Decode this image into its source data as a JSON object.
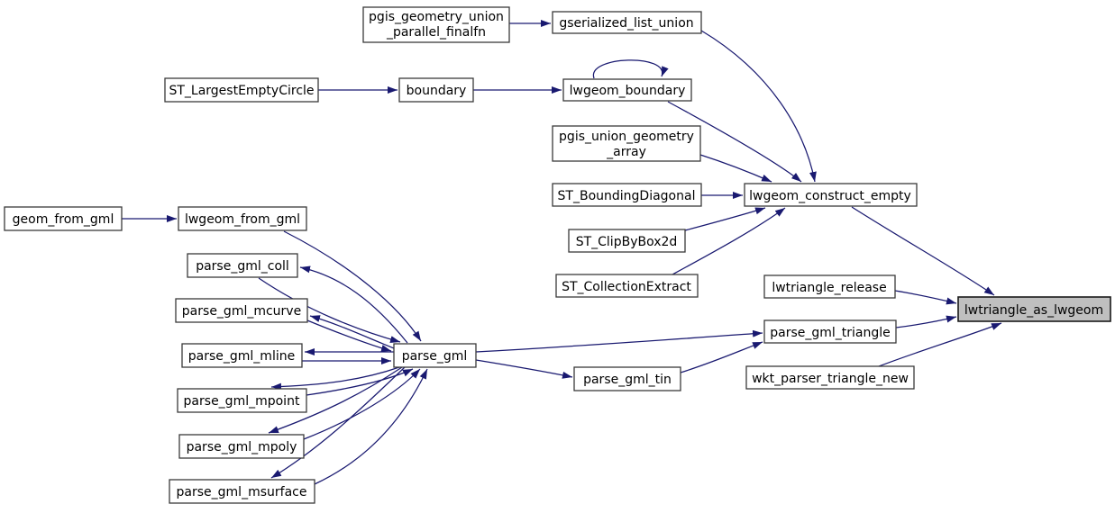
{
  "diagram": {
    "kind": "doxygen-caller-graph",
    "highlighted_node": "lwtriangle_as_lwgeom",
    "colors": {
      "edge": "#191970",
      "node_fill": "#ffffff",
      "node_border": "#3a3a3a",
      "highlight_fill": "#bfbfbf",
      "text": "#000000",
      "background": "#ffffff"
    },
    "nodes": {
      "pgis_geometry_union_parallel_finalfn": {
        "line1": "pgis_geometry_union",
        "line2": "_parallel_finalfn"
      },
      "gserialized_list_union": {
        "label": "gserialized_list_union"
      },
      "ST_LargestEmptyCircle": {
        "label": "ST_LargestEmptyCircle"
      },
      "boundary": {
        "label": "boundary"
      },
      "lwgeom_boundary": {
        "label": "lwgeom_boundary"
      },
      "pgis_union_geometry_array": {
        "line1": "pgis_union_geometry",
        "line2": "_array"
      },
      "ST_BoundingDiagonal": {
        "label": "ST_BoundingDiagonal"
      },
      "lwgeom_construct_empty": {
        "label": "lwgeom_construct_empty"
      },
      "geom_from_gml": {
        "label": "geom_from_gml"
      },
      "lwgeom_from_gml": {
        "label": "lwgeom_from_gml"
      },
      "ST_ClipByBox2d": {
        "label": "ST_ClipByBox2d"
      },
      "ST_CollectionExtract": {
        "label": "ST_CollectionExtract"
      },
      "lwtriangle_release": {
        "label": "lwtriangle_release"
      },
      "lwtriangle_as_lwgeom": {
        "label": "lwtriangle_as_lwgeom"
      },
      "parse_gml_coll": {
        "label": "parse_gml_coll"
      },
      "parse_gml_mcurve": {
        "label": "parse_gml_mcurve"
      },
      "parse_gml_triangle": {
        "label": "parse_gml_triangle"
      },
      "parse_gml_mline": {
        "label": "parse_gml_mline"
      },
      "parse_gml": {
        "label": "parse_gml"
      },
      "wkt_parser_triangle_new": {
        "label": "wkt_parser_triangle_new"
      },
      "parse_gml_mpoint": {
        "label": "parse_gml_mpoint"
      },
      "parse_gml_tin": {
        "label": "parse_gml_tin"
      },
      "parse_gml_mpoly": {
        "label": "parse_gml_mpoly"
      },
      "parse_gml_msurface": {
        "label": "parse_gml_msurface"
      }
    },
    "edges": [
      {
        "from": "pgis_geometry_union_parallel_finalfn",
        "to": "gserialized_list_union"
      },
      {
        "from": "gserialized_list_union",
        "to": "lwgeom_construct_empty"
      },
      {
        "from": "ST_LargestEmptyCircle",
        "to": "boundary"
      },
      {
        "from": "boundary",
        "to": "lwgeom_boundary"
      },
      {
        "from": "lwgeom_boundary",
        "to": "lwgeom_boundary"
      },
      {
        "from": "lwgeom_boundary",
        "to": "lwgeom_construct_empty"
      },
      {
        "from": "pgis_union_geometry_array",
        "to": "lwgeom_construct_empty"
      },
      {
        "from": "ST_BoundingDiagonal",
        "to": "lwgeom_construct_empty"
      },
      {
        "from": "ST_ClipByBox2d",
        "to": "lwgeom_construct_empty"
      },
      {
        "from": "ST_CollectionExtract",
        "to": "lwgeom_construct_empty"
      },
      {
        "from": "lwgeom_construct_empty",
        "to": "lwtriangle_as_lwgeom"
      },
      {
        "from": "lwtriangle_release",
        "to": "lwtriangle_as_lwgeom"
      },
      {
        "from": "parse_gml_triangle",
        "to": "lwtriangle_as_lwgeom"
      },
      {
        "from": "wkt_parser_triangle_new",
        "to": "lwtriangle_as_lwgeom"
      },
      {
        "from": "geom_from_gml",
        "to": "lwgeom_from_gml"
      },
      {
        "from": "lwgeom_from_gml",
        "to": "parse_gml"
      },
      {
        "from": "parse_gml",
        "to": "parse_gml_coll"
      },
      {
        "from": "parse_gml_coll",
        "to": "parse_gml"
      },
      {
        "from": "parse_gml",
        "to": "parse_gml_mcurve"
      },
      {
        "from": "parse_gml_mcurve",
        "to": "parse_gml"
      },
      {
        "from": "parse_gml",
        "to": "parse_gml_mline"
      },
      {
        "from": "parse_gml_mline",
        "to": "parse_gml"
      },
      {
        "from": "parse_gml",
        "to": "parse_gml_mpoint"
      },
      {
        "from": "parse_gml_mpoint",
        "to": "parse_gml"
      },
      {
        "from": "parse_gml",
        "to": "parse_gml_mpoly"
      },
      {
        "from": "parse_gml_mpoly",
        "to": "parse_gml"
      },
      {
        "from": "parse_gml",
        "to": "parse_gml_msurface"
      },
      {
        "from": "parse_gml_msurface",
        "to": "parse_gml"
      },
      {
        "from": "parse_gml",
        "to": "parse_gml_triangle"
      },
      {
        "from": "parse_gml",
        "to": "parse_gml_tin"
      },
      {
        "from": "parse_gml_tin",
        "to": "parse_gml_triangle"
      }
    ]
  }
}
